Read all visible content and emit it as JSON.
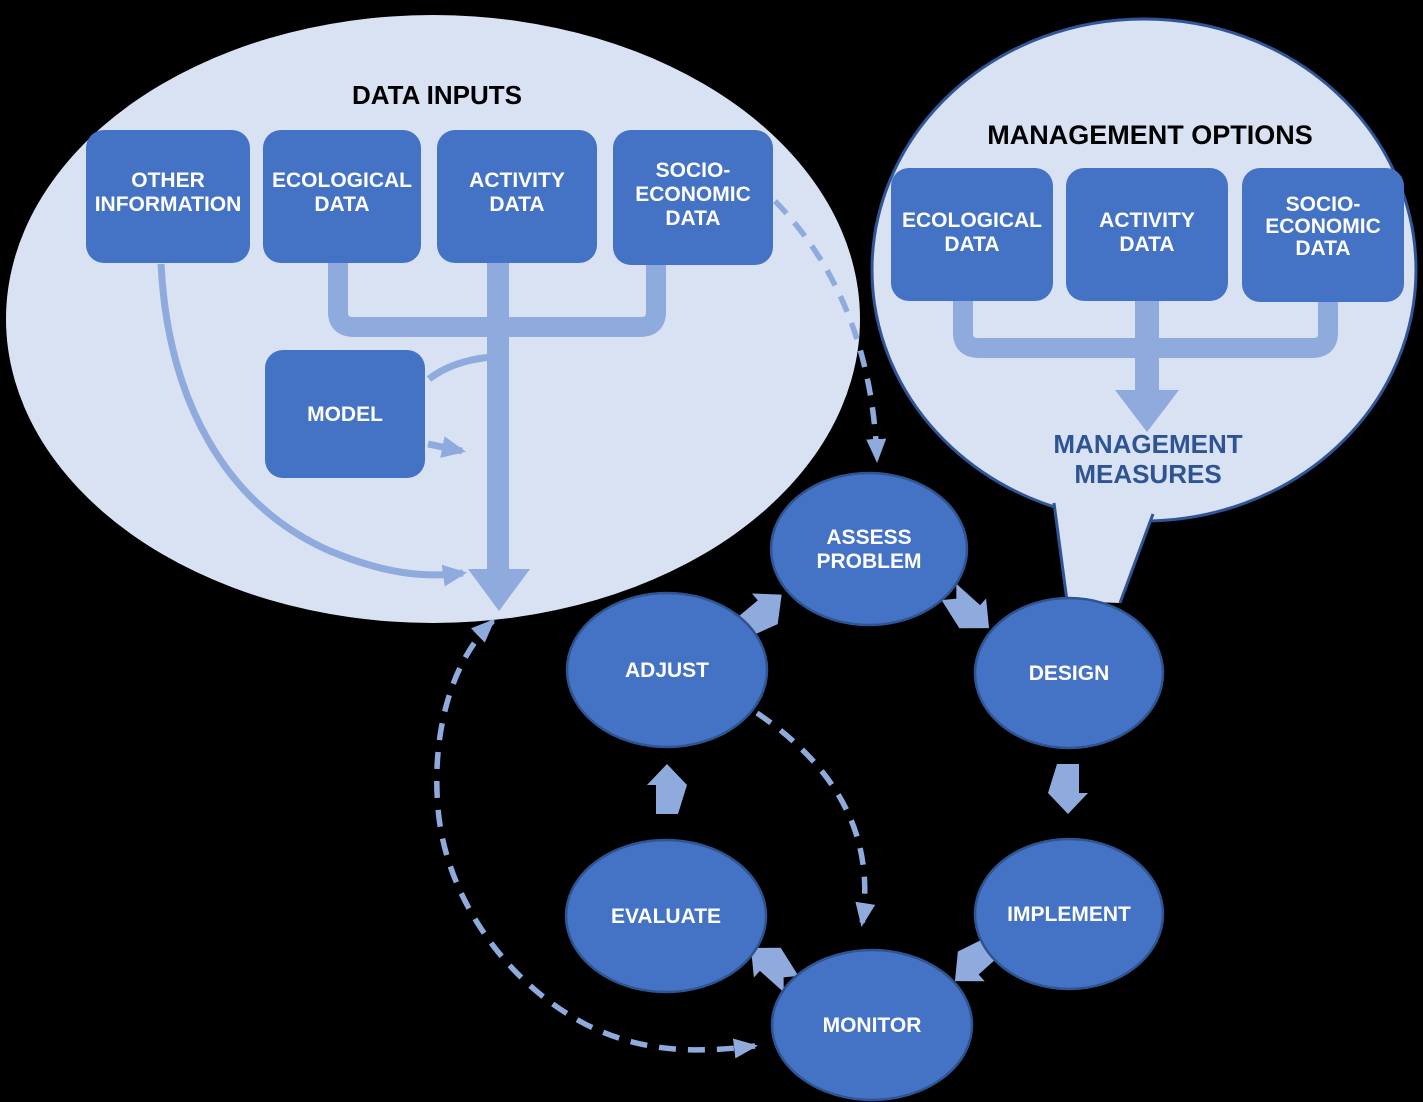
{
  "palette": {
    "background": "#000000",
    "bubble_fill": "#d9e2f3",
    "bubble_border": "#2f5597",
    "box_fill": "#4472c4",
    "box_text": "#ffffff",
    "connector": "#8faadc",
    "node_fill": "#4472c4",
    "node_border": "#2e5491",
    "title_text": "#000000",
    "measures_text": "#2e5493"
  },
  "data_inputs": {
    "title": "DATA INPUTS",
    "boxes": {
      "other_information": {
        "lines": [
          "OTHER",
          "INFORMATION"
        ]
      },
      "ecological_data": {
        "lines": [
          "ECOLOGICAL",
          "DATA"
        ]
      },
      "activity_data": {
        "lines": [
          "ACTIVITY",
          "DATA"
        ]
      },
      "socio_economic_data": {
        "lines": [
          "SOCIO-",
          "ECONOMIC",
          "DATA"
        ]
      },
      "model": {
        "lines": [
          "MODEL"
        ]
      }
    }
  },
  "management_options": {
    "title": "MANAGEMENT OPTIONS",
    "boxes": {
      "ecological_data": {
        "lines": [
          "ECOLOGICAL",
          "DATA"
        ]
      },
      "activity_data": {
        "lines": [
          "ACTIVITY",
          "DATA"
        ]
      },
      "socio_economic_data": {
        "lines": [
          "SOCIO-",
          "ECONOMIC",
          "DATA"
        ]
      }
    },
    "measures": {
      "lines": [
        "MANAGEMENT",
        "MEASURES"
      ]
    }
  },
  "cycle": {
    "assess_problem": {
      "lines": [
        "ASSESS",
        "PROBLEM"
      ]
    },
    "design": {
      "label": "DESIGN"
    },
    "implement": {
      "label": "IMPLEMENT"
    },
    "monitor": {
      "label": "MONITOR"
    },
    "evaluate": {
      "label": "EVALUATE"
    },
    "adjust": {
      "label": "ADJUST"
    }
  }
}
